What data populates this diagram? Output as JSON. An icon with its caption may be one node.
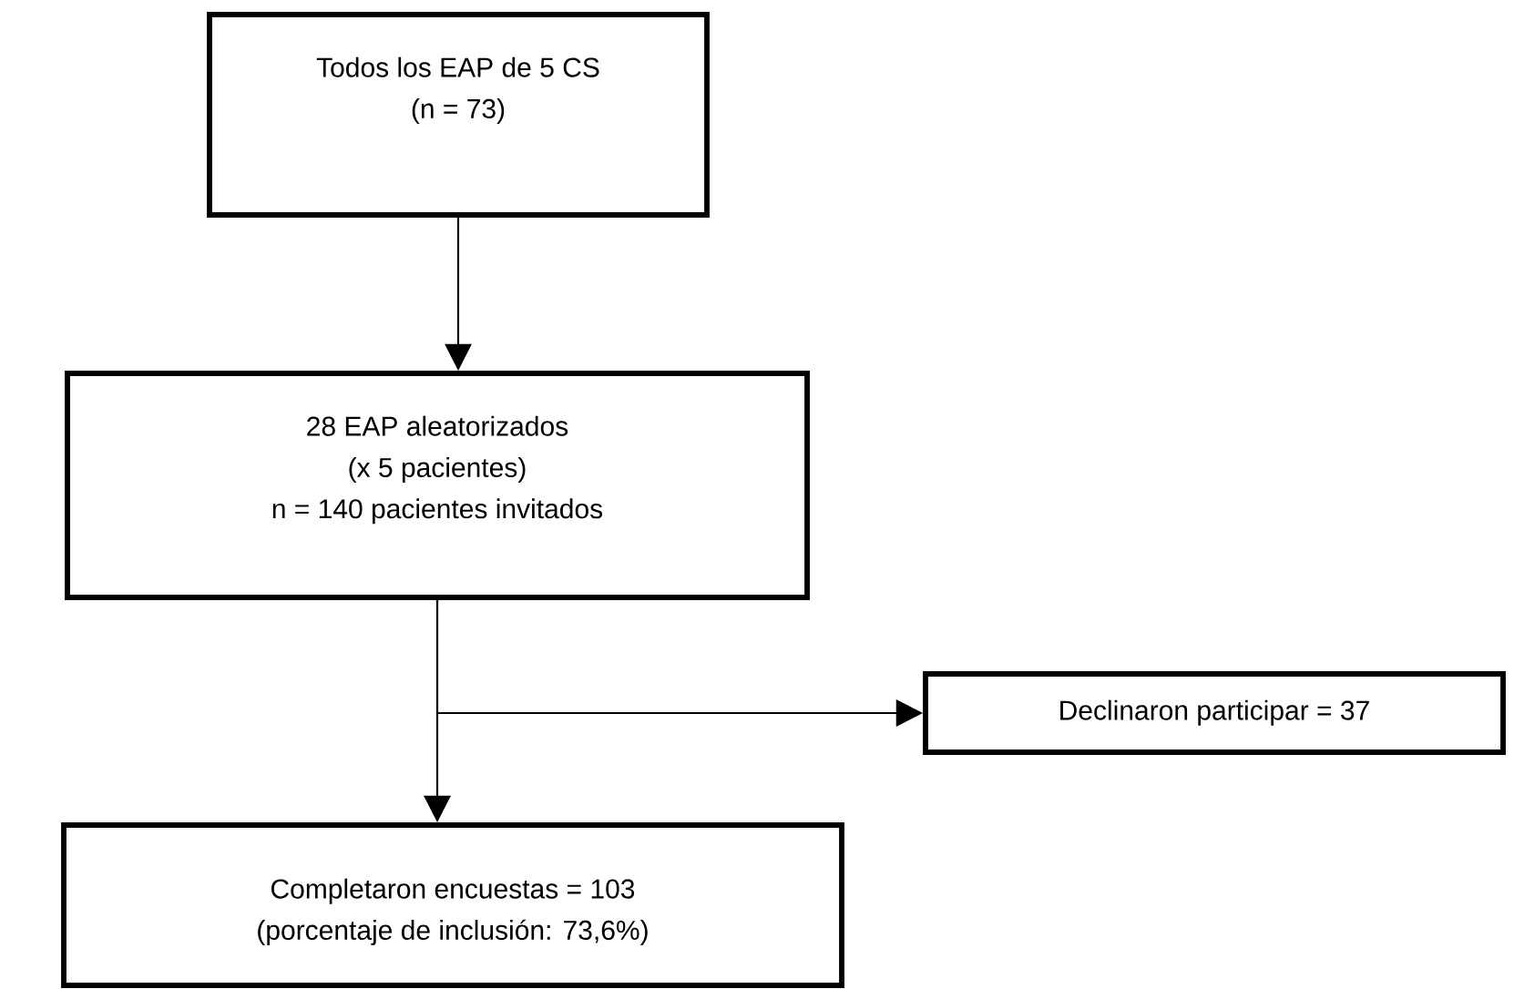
{
  "diagram": {
    "nodes": [
      {
        "text": [
          "Todos los EAP de 5 CS",
          "(n = 73)"
        ]
      },
      {
        "text": [
          "28 EAP aleatorizados",
          "(x 5 pacientes)",
          "n = 140 pacientes invitados"
        ]
      },
      {
        "text": [
          "Declinaron participar = 37"
        ]
      },
      {
        "text": [
          "Completaron encuestas = 103",
          "(porcentaje de inclusión: 73,6%)"
        ]
      }
    ],
    "edges": [
      {
        "from": 0,
        "to": 1,
        "arrow": "to"
      },
      {
        "from": 1,
        "to": 2,
        "arrow": "to"
      },
      {
        "from": 1,
        "to": 3,
        "arrow": "to"
      }
    ]
  }
}
